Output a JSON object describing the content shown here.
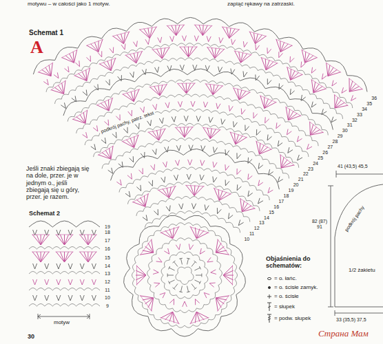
{
  "diagram": {
    "labels": [
      "motywu – w całości jako 1 motyw.",
      "zapiąć rękawy na zatrzaski.",
      "Schemat 1",
      "A",
      "podkrój pachy, patrz. tekst",
      "Jeśli znaki zbiegają się na dole, przer. je w jednym o., jeśli zbiegają się u góry, przer. je razem.",
      "Schemat 2",
      "motyw",
      "41 (43,5) 45,5",
      "82 (87) 91",
      "podkrój pachy",
      "1/2 żakietu",
      "33 (35,5) 37,5",
      "Objaśnienia do schematów:",
      "30",
      "Страна Мам",
      "36",
      "35",
      "34",
      "33",
      "32",
      "31",
      "30",
      "29",
      "28",
      "27",
      "26",
      "25",
      "24",
      "23",
      "22",
      "21",
      "20",
      "19",
      "18",
      "17",
      "16",
      "15",
      "14",
      "13",
      "12",
      "11",
      "10",
      "19",
      "18",
      "17",
      "16",
      "15",
      "14",
      "13",
      "12",
      "11",
      "10",
      "9"
    ],
    "legend": [
      {
        "text": "= o. łańc."
      },
      {
        "text": "= o. ścisłe zamyk."
      },
      {
        "text": "= o. ścisłe"
      },
      {
        "text": "= słupek"
      },
      {
        "text": "= podw. słupek"
      }
    ]
  }
}
